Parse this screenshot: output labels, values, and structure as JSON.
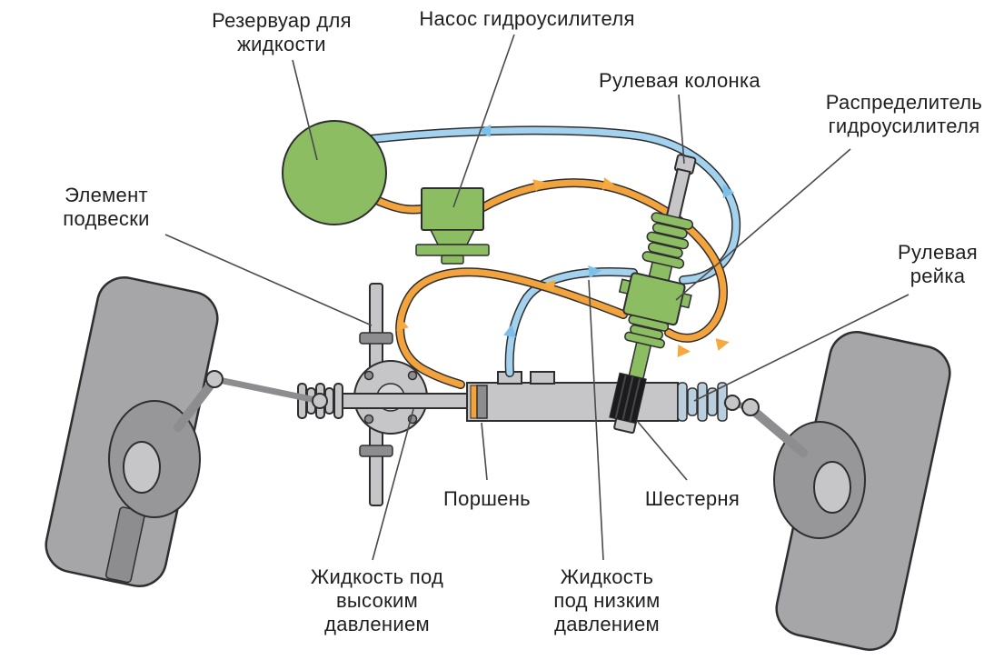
{
  "colors": {
    "green": "#8cbd63",
    "hose_blue": "#a3d2ee",
    "hose_orange": "#f3a33c",
    "arrow_blue": "#7cc0ea",
    "arrow_orange": "#f5a93f",
    "wheel": "#a6a6a8",
    "hub": "#97979a",
    "metal": "#c6c6c9",
    "metal_light": "#d6d6d9",
    "metal_dark": "#8d8d90",
    "bellows_blue": "#b9cfdd",
    "gear": "#1b1b1d",
    "outline": "#2e2e30",
    "leader": "#4a4a4c",
    "ink": "#1f1f21",
    "background": "#ffffff"
  },
  "labels": {
    "reservoir": {
      "lines": [
        "Резервуар для",
        "жидкости"
      ]
    },
    "pump": {
      "lines": [
        "Насос гидроусилителя"
      ]
    },
    "column": {
      "lines": [
        "Рулевая колонка"
      ]
    },
    "distributor": {
      "lines": [
        "Распределитель",
        "гидроусилителя"
      ]
    },
    "suspension": {
      "lines": [
        "Элемент",
        "подвески"
      ]
    },
    "rack": {
      "lines": [
        "Рулевая",
        "рейка"
      ]
    },
    "piston": {
      "lines": [
        "Поршень"
      ]
    },
    "pinion": {
      "lines": [
        "Шестерня"
      ]
    },
    "high_pressure": {
      "lines": [
        "Жидкость под",
        "высоким",
        "давлением"
      ]
    },
    "low_pressure": {
      "lines": [
        "Жидкость",
        "под низким",
        "давлением"
      ]
    }
  }
}
